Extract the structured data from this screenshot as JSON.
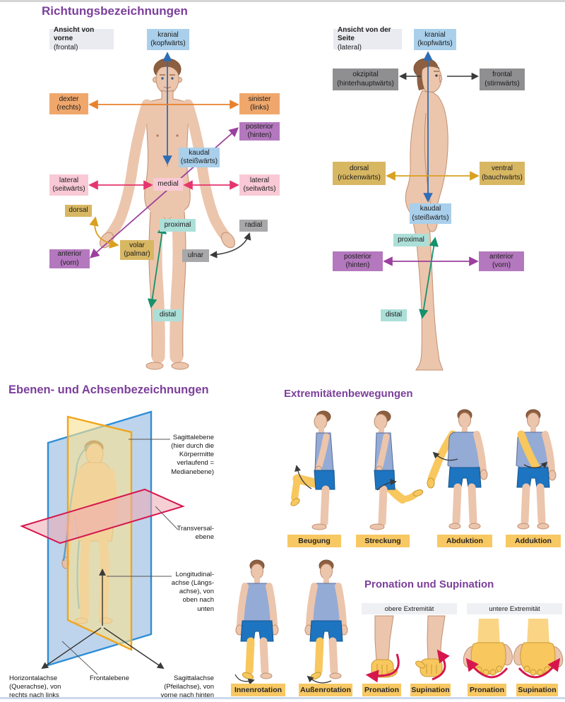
{
  "section_directions": {
    "title": "Richtungsbezeichnungen",
    "frontal": {
      "view_line1": "Ansicht von vorne",
      "view_line2": "(frontal)",
      "kranial1": "kranial",
      "kranial2": "(kopfwärts)",
      "dexter1": "dexter",
      "dexter2": "(rechts)",
      "sinister1": "sinister",
      "sinister2": "(links)",
      "posterior1": "posterior",
      "posterior2": "(hinten)",
      "kaudal1": "kaudal",
      "kaudal2": "(steißwärts)",
      "lateral1": "lateral",
      "lateral2": "(seitwärts)",
      "medial": "medial",
      "dorsal": "dorsal",
      "proximal": "proximal",
      "radial": "radial",
      "volar1": "volar",
      "volar2": "(palmar)",
      "ulnar": "ulnar",
      "anterior1": "anterior",
      "anterior2": "(vorn)",
      "distal": "distal"
    },
    "lateral": {
      "view_line1": "Ansicht von der Seite",
      "view_line2": "(lateral)",
      "kranial1": "kranial",
      "kranial2": "(kopfwärts)",
      "okzipital1": "okzipital",
      "okzipital2": "(hinterhauptwärts)",
      "frontal1": "frontal",
      "frontal2": "(stirnwärts)",
      "dorsal1": "dorsal",
      "dorsal2": "(rückenwärts)",
      "ventral1": "ventral",
      "ventral2": "(bauchwärts)",
      "kaudal1": "kaudal",
      "kaudal2": "(steißwärts)",
      "proximal": "proximal",
      "posterior1": "posterior",
      "posterior2": "(hinten)",
      "anterior1": "anterior",
      "anterior2": "(vorn)",
      "distal": "distal"
    }
  },
  "section_planes": {
    "title": "Ebenen- und Achsenbezeichnungen",
    "sagittalebene": "Sagittalebene\n(hier durch die\nKörpermitte\nverlaufend =\nMedianebene)",
    "transversalebene": "Transversal-\nebene",
    "longitudinalachse": "Longitudinal-\nachse (Längs-\nachse), von\noben nach\nunten",
    "horizontalachse": "Horizontalachse\n(Querachse), von\nrechts nach links",
    "frontalebene": "Frontalebene",
    "sagittalachse": "Sagittalachse\n(Pfeilachse), von\nvorne nach hinten"
  },
  "section_movements": {
    "title": "Extremitätenbewegungen",
    "beugung": "Beugung",
    "streckung": "Streckung",
    "abduktion": "Abduktion",
    "adduktion": "Adduktion",
    "innenrotation": "Innenrotation",
    "aussenrotation": "Außenrotation"
  },
  "section_pronation": {
    "title": "Pronation und Supination",
    "upper_header": "obere Extremität",
    "lower_header": "untere Extremität",
    "pronation": "Pronation",
    "supination": "Supination"
  },
  "colors": {
    "title_purple": "#7b3f9b",
    "box_blue": "#a9cfeb",
    "box_orange": "#f0a76c",
    "box_pink": "#f9c9d6",
    "box_purple": "#b478be",
    "box_gold": "#d8b763",
    "box_teal": "#abdfd8",
    "box_gray": "#a8a8aa",
    "box_darkgray": "#8f8f91",
    "box_viewlabel": "#e9ebf1",
    "movement_label_yellow": "#f8c863",
    "header_gray": "#eff0f4",
    "arrow_blue": "#2e6db4",
    "arrow_orange": "#e8822d",
    "arrow_crimson": "#e5356e",
    "arrow_purple": "#9c3f9e",
    "arrow_green": "#15916c",
    "arrow_gold": "#d8a11f",
    "arrow_black": "#3a3a3a",
    "arrow_red": "#d6174d",
    "plane_blue_edge": "#2f8ed6",
    "plane_yellow_edge": "#f1a51c",
    "plane_red_edge": "#d6174d",
    "skin": "#ecc5ad",
    "hair": "#8d5f41",
    "shirt_blue": "#94abd6",
    "shorts_blue": "#1d74c0",
    "highlight_yellow": "#f8c75e"
  }
}
